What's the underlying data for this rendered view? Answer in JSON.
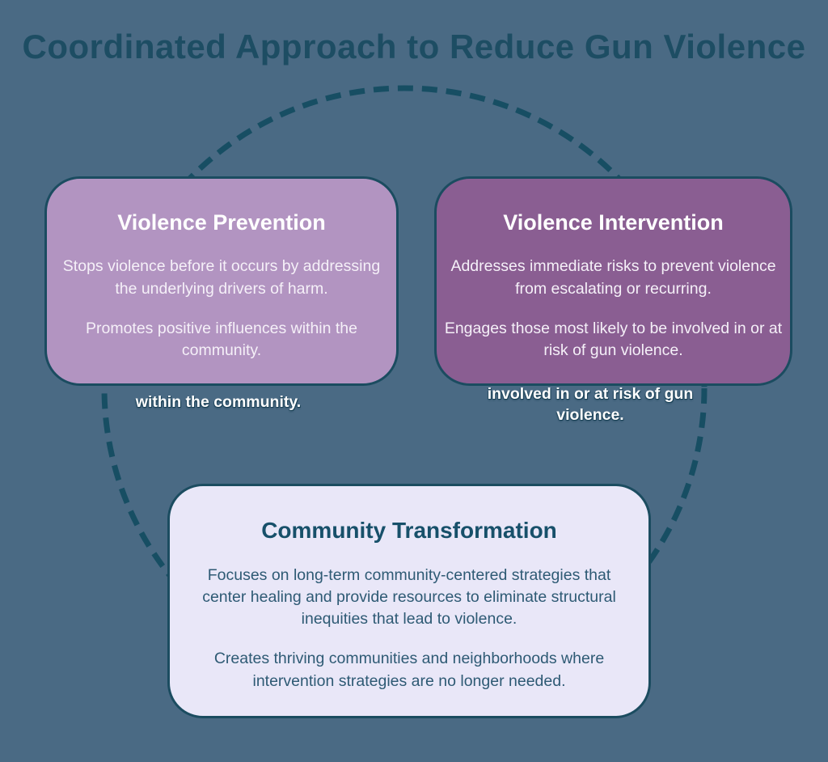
{
  "page": {
    "background": "#4a6a84"
  },
  "title": {
    "text": "Coordinated Approach to Reduce Gun Violence",
    "color": "#1d4d63"
  },
  "circle": {
    "style": "dashed",
    "color": "#174e63"
  },
  "boxes": {
    "prevention": {
      "title": "Violence Prevention",
      "paragraphs": [
        "Stops violence before it occurs by addressing the underlying drivers of harm.",
        "Promotes positive influences within the community."
      ],
      "fill": "#b294c1",
      "border": "#1b4c60",
      "title_color": "#ffffff",
      "text_color": "#f5f0f8"
    },
    "intervention": {
      "title": "Violence Intervention",
      "paragraphs": [
        "Addresses immediate risks to prevent violence from escalating or recurring.",
        "Engages those most likely to be involved in or at risk of gun violence."
      ],
      "fill": "#8a5e92",
      "border": "#1b4c60",
      "title_color": "#ffffff",
      "text_color": "#f5f0f8"
    },
    "transformation": {
      "title": "Community Transformation",
      "paragraphs": [
        "Focuses on long-term community-centered strategies that center healing and provide resources to eliminate structural inequities that lead to violence.",
        "Creates thriving communities and neighborhoods where intervention strategies are no longer needed."
      ],
      "fill": "#e9e7f8",
      "border": "#1b4c60",
      "title_color": "#17506a",
      "text_color": "#2e5a74"
    }
  },
  "overflow_text": {
    "left_line": "within the community.",
    "right_line": "involved in or at risk of gun violence."
  }
}
